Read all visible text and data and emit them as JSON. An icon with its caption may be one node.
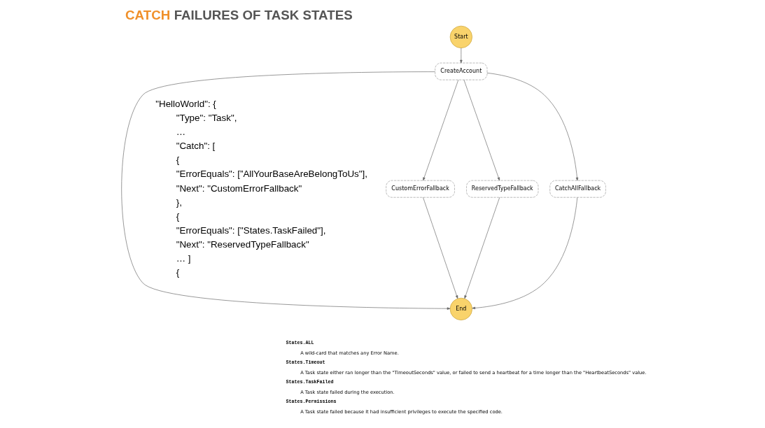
{
  "diagram": {
    "title": "CATCH FAILURES OF TASK STATES",
    "nodes": [
      {
        "text": [
          "Start"
        ]
      },
      {
        "text": [
          "CreateAccount"
        ]
      },
      {
        "text": [
          "CustomErrorFallback"
        ]
      },
      {
        "text": [
          "ReservedTypeFallback"
        ]
      },
      {
        "text": [
          "CatchAllFallback"
        ]
      },
      {
        "text": [
          "End"
        ]
      }
    ],
    "edges": [
      {
        "from": 0,
        "to": 1,
        "arrow": "to"
      },
      {
        "from": 1,
        "to": 2,
        "arrow": "to"
      },
      {
        "from": 1,
        "to": 3,
        "arrow": "to"
      },
      {
        "from": 1,
        "to": 4,
        "arrow": "to"
      },
      {
        "from": 1,
        "to": 5,
        "arrow": "to"
      },
      {
        "from": 2,
        "to": 5,
        "arrow": "to"
      },
      {
        "from": 3,
        "to": 5,
        "arrow": "to"
      },
      {
        "from": 4,
        "to": 5,
        "arrow": "to"
      }
    ],
    "labels": [
      "\"HelloWorld\": {",
      "\"Type\": \"Task\",",
      "…",
      "\"Catch\": [",
      "{",
      "\"ErrorEquals\": [”AllYourBaseAreBelongToUs\"],",
      "\"Next\": \"CustomErrorFallback\"",
      "},",
      "{",
      "\"ErrorEquals\": [\"States.TaskFailed\"],",
      "\"Next\": \"ReservedTypeFallback\"",
      "… ]",
      "{",
      "States.ALL",
      "A wild-card that matches any Error Name.",
      "States.Timeout",
      "A Task state either ran longer than the \"TimeoutSeconds\" value, or failed to send a heartbeat for a time longer than the \"HeartbeatSeconds\" value.",
      "States.TaskFailed",
      "A Task state failed during the execution.",
      "States.Permissions",
      "A Task state failed because it had insufficient privileges to execute the specified code."
    ]
  }
}
